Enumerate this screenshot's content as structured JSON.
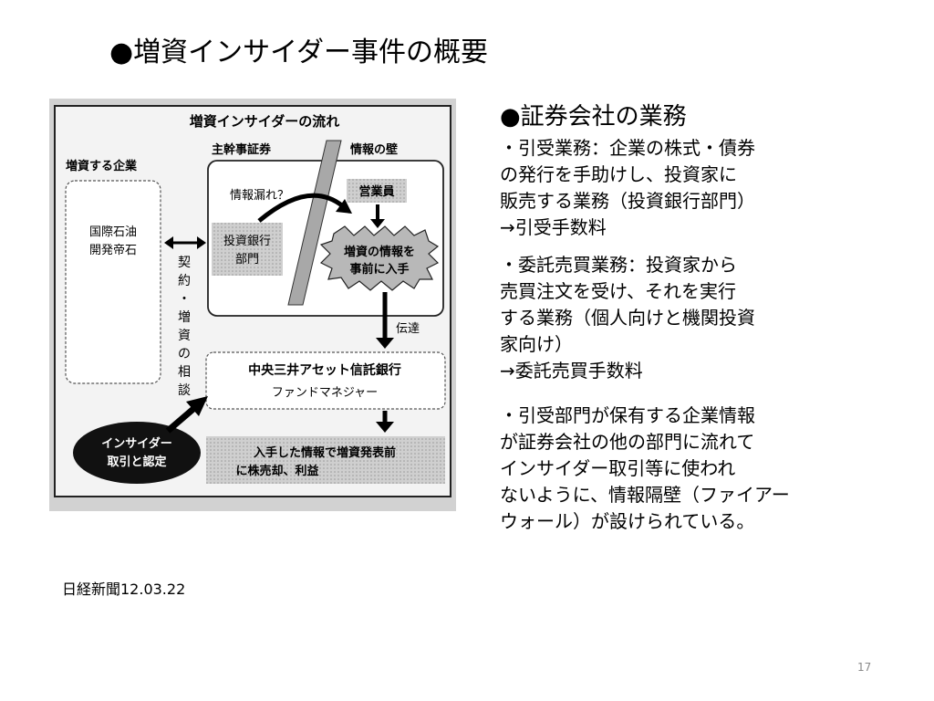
{
  "slide": {
    "title": "●増資インサイダー事件の概要",
    "page_number": "17"
  },
  "figure": {
    "caption": "日経新聞12.03.22",
    "title": "増資インサイダーの流れ",
    "company_header": "増資する企業",
    "company_name_1": "国際石油",
    "company_name_2": "開発帝石",
    "securities_header": "主幹事証券",
    "wall_label": "情報の壁",
    "leak_label": "情報漏れ？",
    "ib_label_1": "投資銀行",
    "ib_label_2": "部門",
    "sales_label": "営業員",
    "info_label_1": "増資の情報を",
    "info_label_2": "事前に入手",
    "contract_label_chars": [
      "契",
      "約",
      "・",
      "増",
      "資",
      "の",
      "相",
      "談"
    ],
    "transmit_label": "伝達",
    "trust_bank_name": "中央三井アセット信託銀行",
    "fund_manager_label": "ファンドマネジャー",
    "insider_label_1": "インサイダー",
    "insider_label_2": "取引と認定",
    "result_label_1": "入手した情報で増資発表前",
    "result_label_2": "に株売却、利益"
  },
  "business": {
    "heading": "●証券会社の業務",
    "underwriting_lines": [
      "・引受業務：企業の株式・債券",
      "の発行を手助けし、投資家に",
      "販売する業務（投資銀行部門）",
      "→引受手数料"
    ],
    "brokerage_lines": [
      "・委託売買業務：投資家から",
      "売買注文を受け、それを実行",
      "する業務（個人向けと機関投資",
      "家向け）",
      "→委託売買手数料"
    ],
    "firewall_lines": [
      "・引受部門が保有する企業情報",
      "が証券会社の他の部門に流れて",
      "インサイダー取引等に使われ",
      "ないように、情報隔壁（ファイアー",
      "ウォール）が設けられている。"
    ]
  }
}
